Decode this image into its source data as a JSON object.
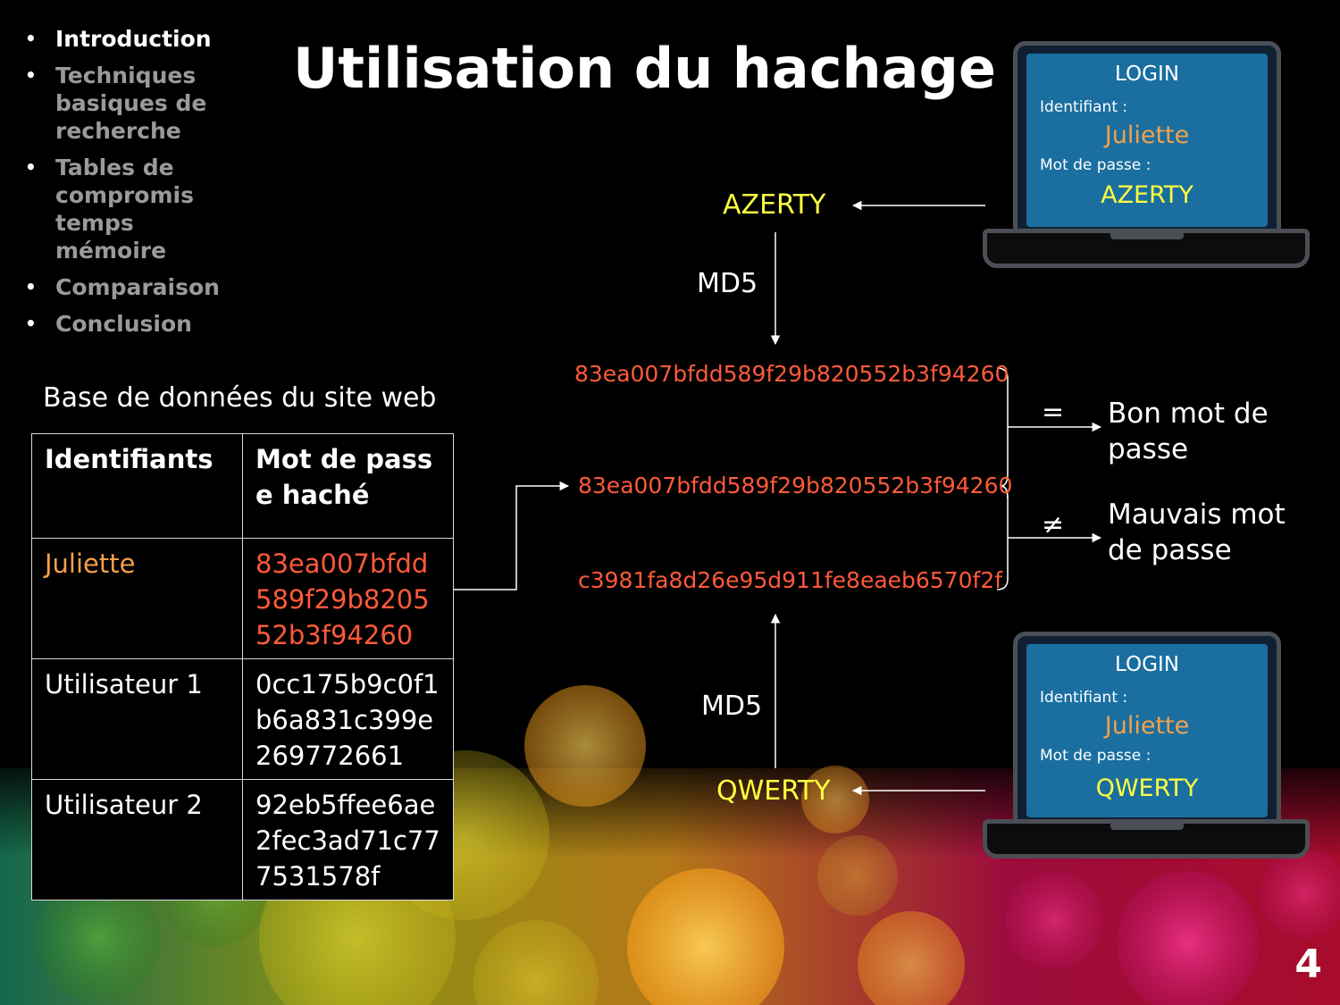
{
  "nav": {
    "items": [
      {
        "label": "Introduction",
        "active": true
      },
      {
        "label": "Techniques basiques de recherche",
        "active": false
      },
      {
        "label": "Tables de compromis temps mémoire",
        "active": false
      },
      {
        "label": "Comparaison",
        "active": false
      },
      {
        "label": "Conclusion",
        "active": false
      }
    ],
    "bullet": "•"
  },
  "title": "Utilisation du hachage",
  "database": {
    "caption": "Base de données du site web",
    "headers": [
      "Identifiants",
      "Mot de passe haché"
    ],
    "rows": [
      {
        "id": "Juliette",
        "hash": "83ea007bfdd589f29b820552b3f94260"
      },
      {
        "id": "Utilisateur 1",
        "hash": "0cc175b9c0f1b6a831c399e269772661"
      },
      {
        "id": "Utilisateur 2",
        "hash": "92eb5ffee6ae2fec3ad71c777531578f"
      }
    ]
  },
  "flow": {
    "top_password": "AZERTY",
    "top_algo": "MD5",
    "hash_top": "83ea007bfdd589f29b820552b3f94260",
    "hash_middle": "83ea007bfdd589f29b820552b3f94260",
    "hash_bottom": "c3981fa8d26e95d911fe8eaeb6570f2f",
    "bottom_algo": "MD5",
    "bottom_password": "QWERTY",
    "equal_symbol": "=",
    "not_equal_symbol": "≠",
    "good_result": "Bon mot de passe",
    "bad_result": "Mauvais mot de passe"
  },
  "laptop_top": {
    "screen_title": "LOGIN",
    "id_label": "Identifiant :",
    "id_value": "Juliette",
    "pw_label": "Mot de passe :",
    "pw_value": "AZERTY"
  },
  "laptop_bottom": {
    "screen_title": "LOGIN",
    "id_label": "Identifiant :",
    "id_value": "Juliette",
    "pw_label": "Mot de passe :",
    "pw_value": "QWERTY"
  },
  "page_number": "4",
  "colors": {
    "background": "#000000",
    "password_yellow": "#ffff40",
    "hash_red": "#ff5a3a",
    "username_orange": "#f5a04a",
    "screen_blue": "#1a6fa0"
  }
}
